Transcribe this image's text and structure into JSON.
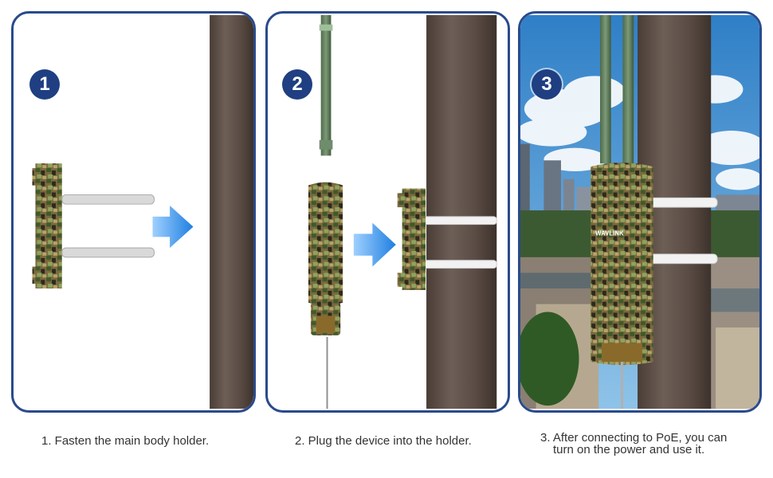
{
  "steps": [
    {
      "number": "1",
      "caption": "1. Fasten the main body holder."
    },
    {
      "number": "2",
      "caption": "2. Plug the device into the holder."
    },
    {
      "number": "3",
      "caption_line1": "3. After connecting to PoE, you can",
      "caption_line2": "turn on the power and use it."
    }
  ],
  "device_logo": "WAVLINK",
  "colors": {
    "frame": "#2a4a8c",
    "badge": "#1f3f82",
    "pole": "#5e5048",
    "arrow": "#2f8fe8",
    "strap": "#f2f2f2"
  }
}
